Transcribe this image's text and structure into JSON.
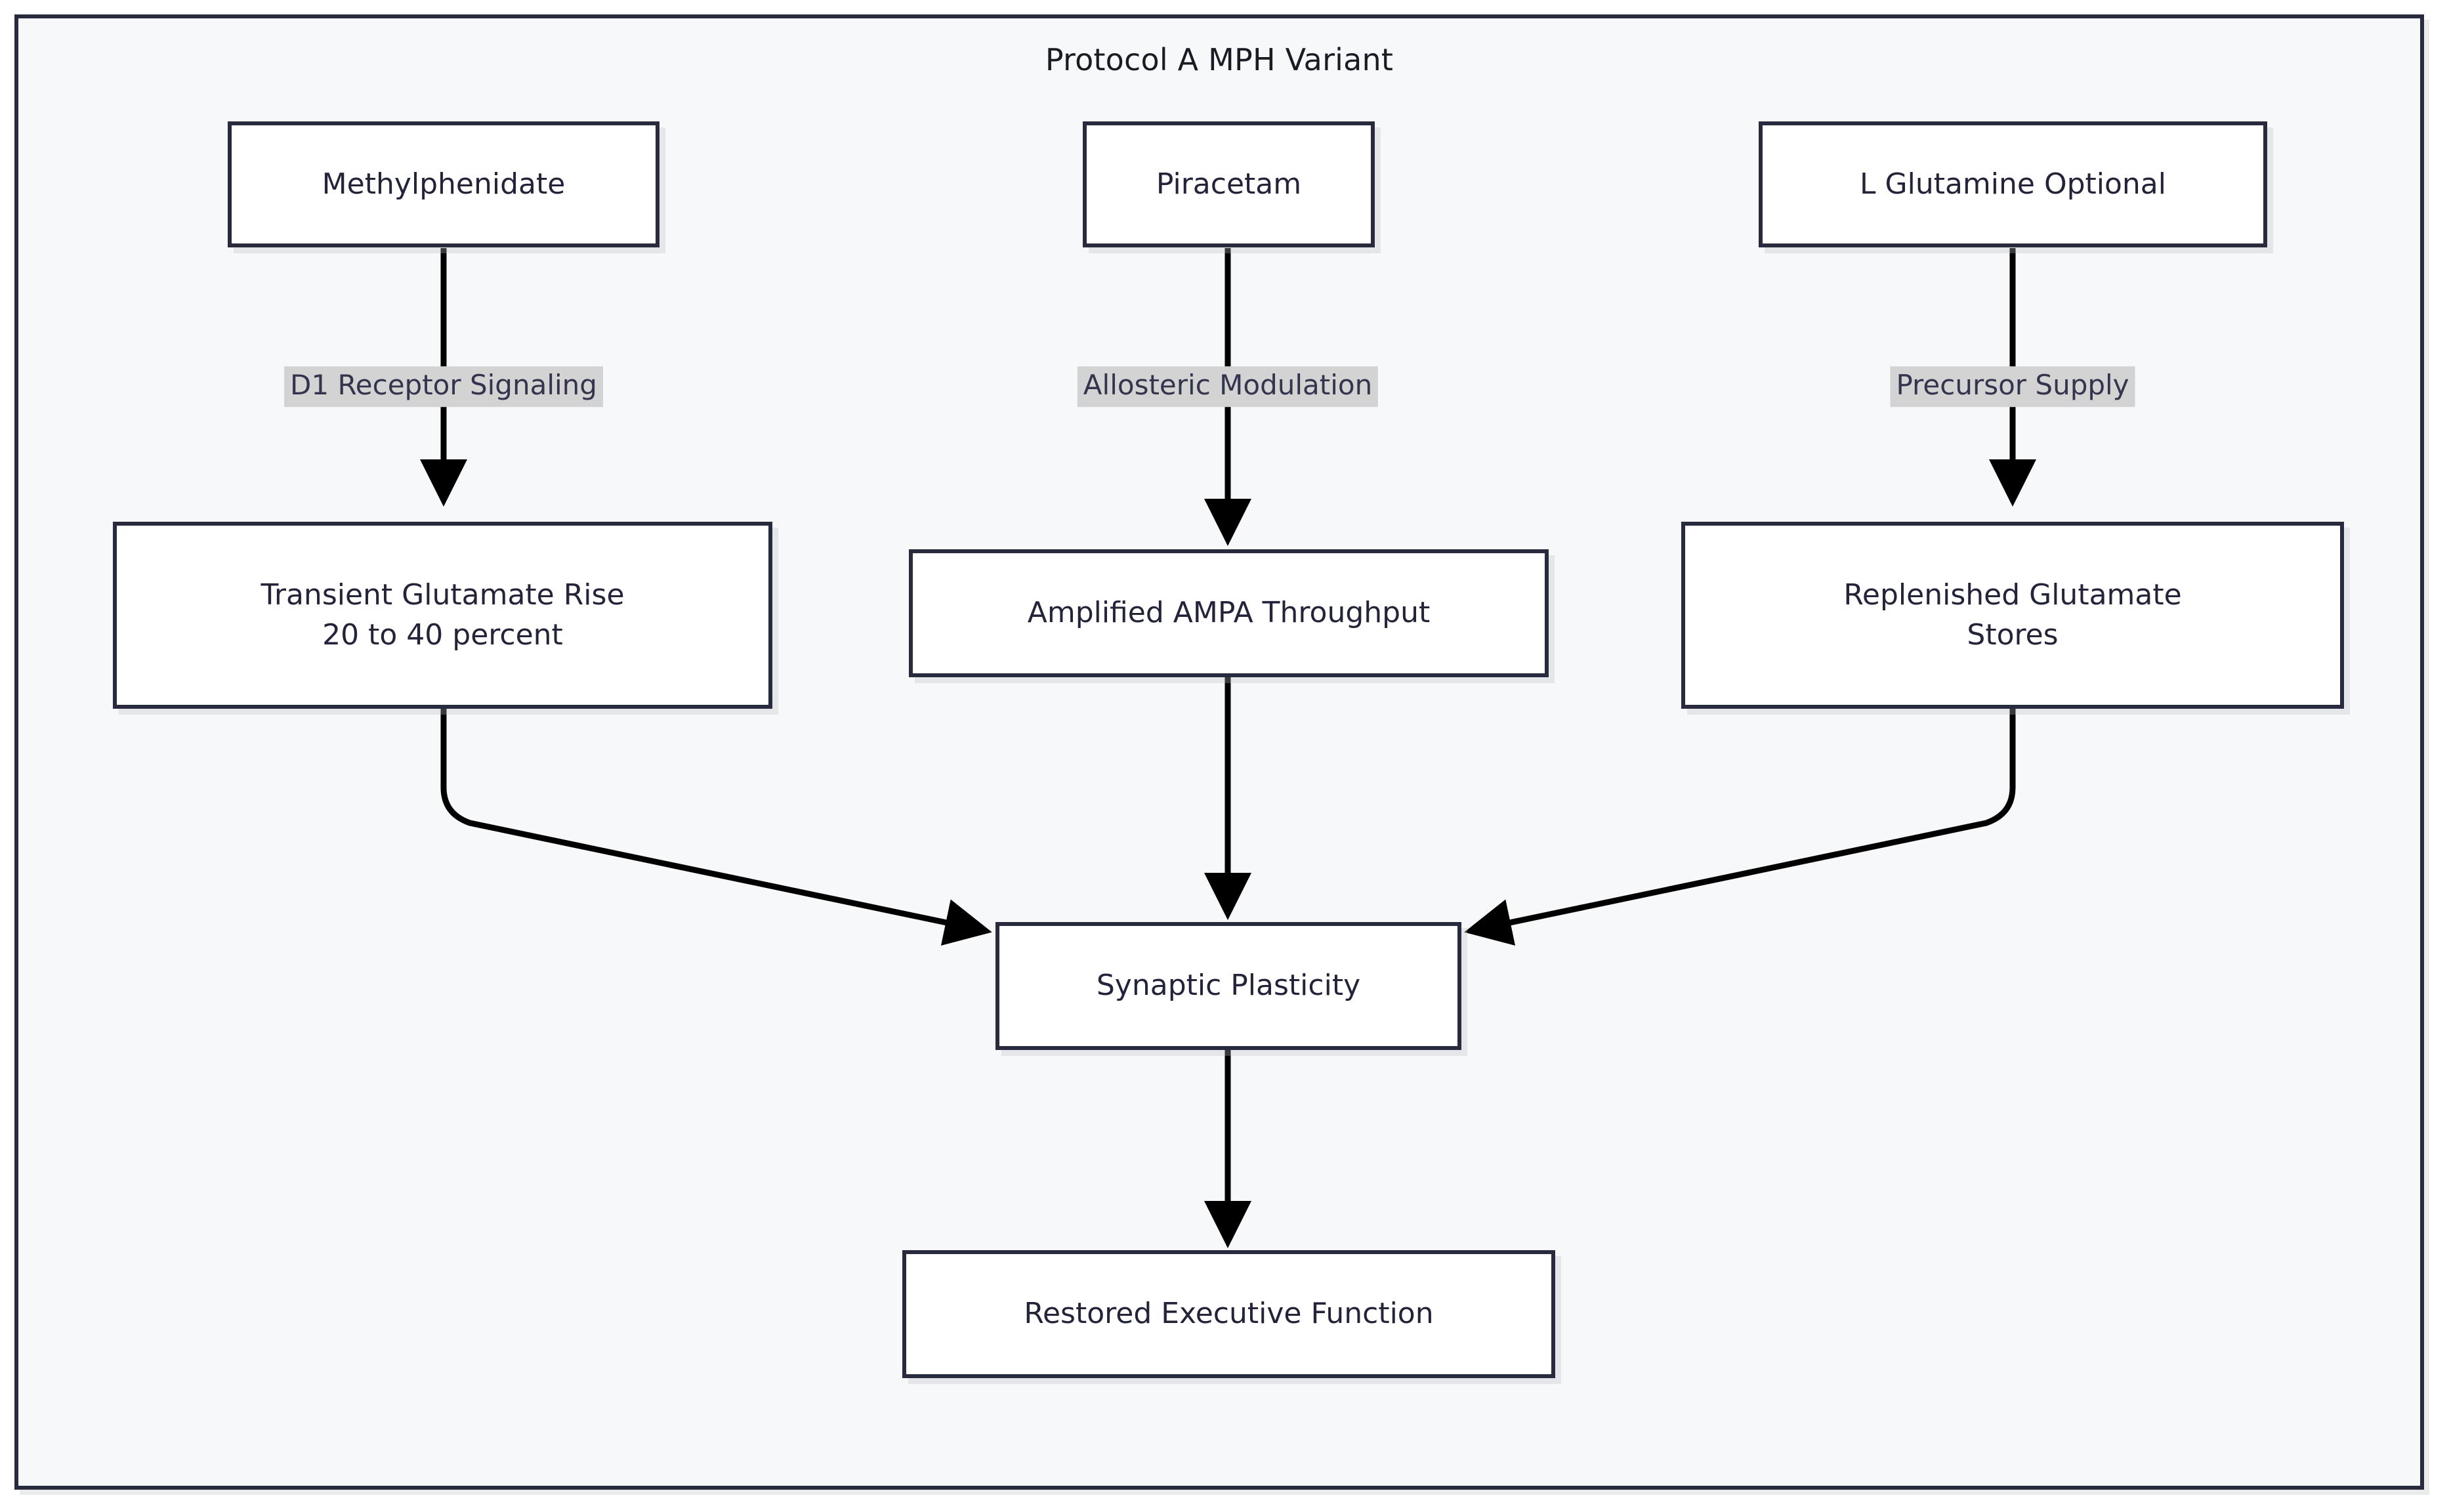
{
  "diagram": {
    "type": "flowchart",
    "direction": "top-down",
    "background_color": "#ffffff",
    "subgraph": {
      "title": "Protocol A MPH Variant",
      "fill_color": "#f7f8fa",
      "border_color": "#282a3e"
    },
    "node_style": {
      "fill_color": "#ffffff",
      "border_color": "#282a3e",
      "text_color": "#23243a",
      "shadow_color": "#babcc4"
    },
    "edge_style": {
      "line_color": "#000000",
      "arrow_color": "#000000",
      "label_background": "#d3d3d3",
      "label_text_color": "#33344d"
    },
    "nodes": [
      {
        "id": "mph",
        "label_lines": [
          "Methylphenidate"
        ]
      },
      {
        "id": "piracetam",
        "label_lines": [
          "Piracetam"
        ]
      },
      {
        "id": "glutamine",
        "label_lines": [
          "L Glutamine Optional"
        ]
      },
      {
        "id": "glutrise",
        "label_lines": [
          "Transient Glutamate Rise",
          "20 to 40 percent"
        ]
      },
      {
        "id": "ampa",
        "label_lines": [
          "Amplified AMPA Throughput"
        ]
      },
      {
        "id": "stores",
        "label_lines": [
          "Replenished Glutamate",
          "Stores"
        ]
      },
      {
        "id": "plasticity",
        "label_lines": [
          "Synaptic Plasticity"
        ]
      },
      {
        "id": "executive",
        "label_lines": [
          "Restored Executive Function"
        ]
      }
    ],
    "edges": [
      {
        "from": "mph",
        "to": "glutrise",
        "label": "D1 Receptor Signaling"
      },
      {
        "from": "piracetam",
        "to": "ampa",
        "label": "Allosteric Modulation"
      },
      {
        "from": "glutamine",
        "to": "stores",
        "label": "Precursor Supply"
      },
      {
        "from": "glutrise",
        "to": "plasticity",
        "label": ""
      },
      {
        "from": "ampa",
        "to": "plasticity",
        "label": ""
      },
      {
        "from": "stores",
        "to": "plasticity",
        "label": ""
      },
      {
        "from": "plasticity",
        "to": "executive",
        "label": ""
      }
    ]
  }
}
